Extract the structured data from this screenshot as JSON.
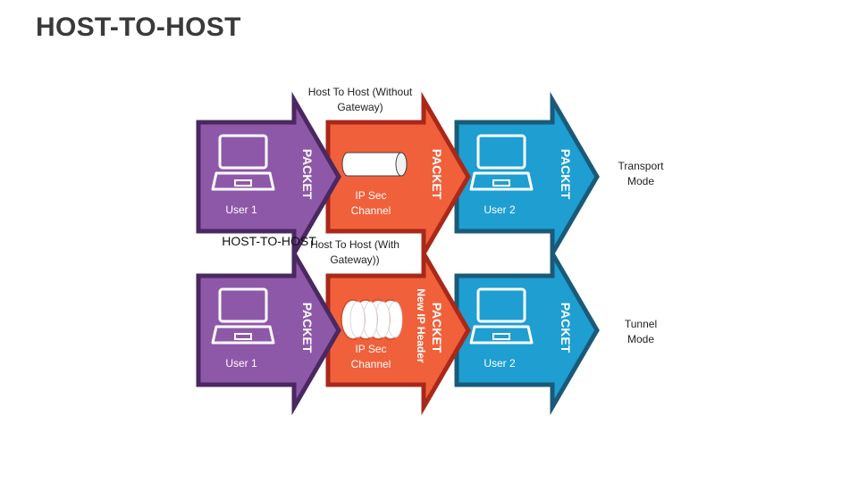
{
  "title": "HOST-TO-HOST",
  "colors": {
    "purple": "#8E58A8",
    "purple_border": "#4A2860",
    "orange": "#F0603B",
    "orange_border": "#A9281A",
    "blue": "#1E9ED1",
    "blue_border": "#1A5A78"
  },
  "rows": [
    {
      "heading": [
        "Host To Host (Without",
        "Gateway)"
      ],
      "mode": [
        "Transport",
        "Mode"
      ],
      "arrows": [
        {
          "color": "purple",
          "icon": "laptop-icon",
          "packet": "PACKET",
          "caption": [
            "User 1"
          ]
        },
        {
          "color": "orange",
          "icon": "tunnel-icon",
          "packet": "PACKET",
          "caption": [
            "IP Sec",
            "Channel"
          ]
        },
        {
          "color": "blue",
          "icon": "laptop-icon",
          "packet": "PACKET",
          "caption": [
            "User 2"
          ]
        }
      ]
    },
    {
      "heading": [
        "Host To Host (With",
        "Gateway))"
      ],
      "mode": [
        "Tunnel",
        "Mode"
      ],
      "arrows": [
        {
          "color": "purple",
          "icon": "laptop-icon",
          "packet": "PACKET",
          "caption": [
            "User 1"
          ]
        },
        {
          "color": "orange",
          "icon": "multi-tunnel-icon",
          "packet": "PACKET",
          "extra": "New IP Header",
          "caption": [
            "IP Sec",
            "Channel"
          ]
        },
        {
          "color": "blue",
          "icon": "laptop-icon",
          "packet": "PACKET",
          "caption": [
            "User 2"
          ]
        }
      ]
    }
  ],
  "overlap_label": "HOST-TO-HOST"
}
